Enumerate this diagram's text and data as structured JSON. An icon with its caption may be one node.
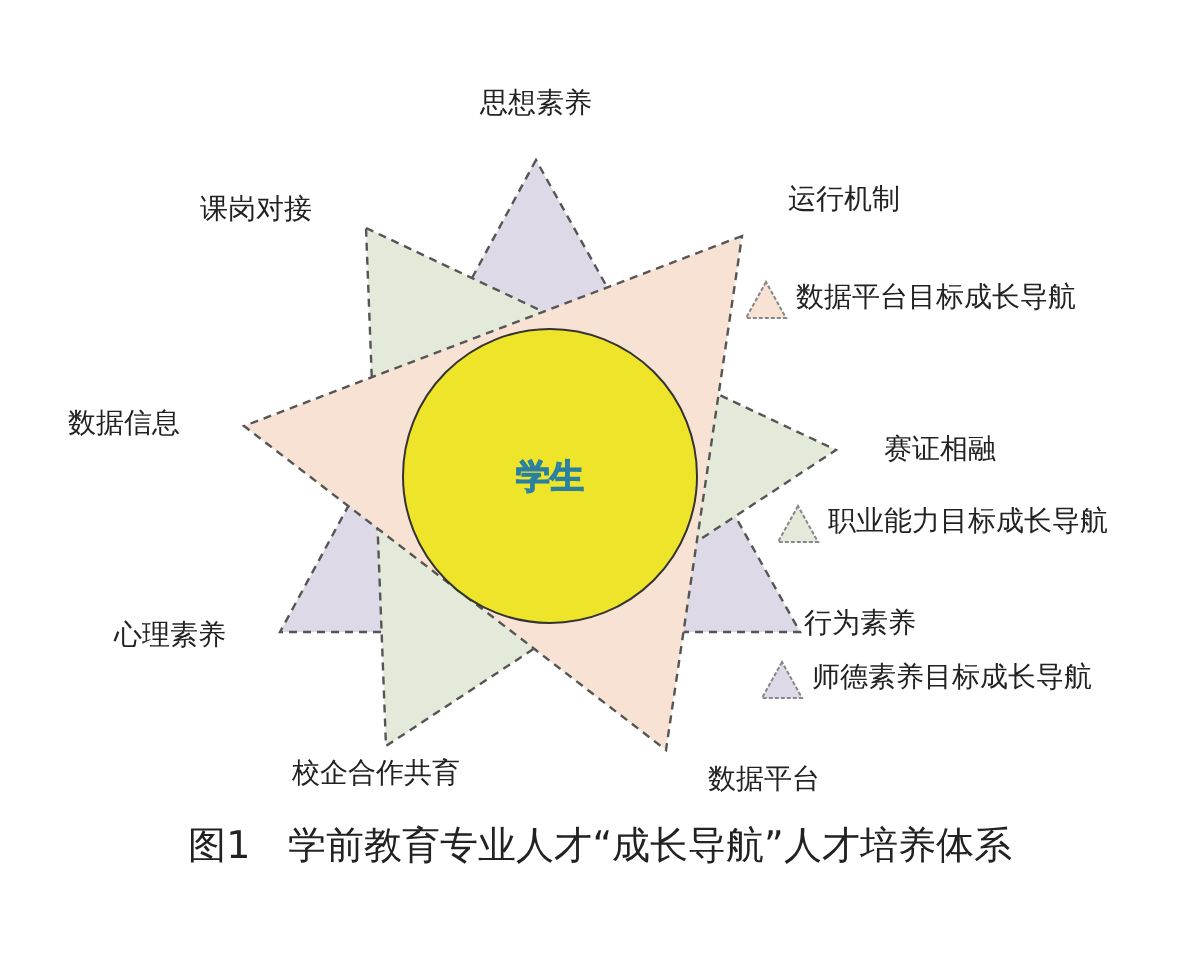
{
  "diagram": {
    "caption": "图1　学前教育专业人才“成长导航”人才培养体系",
    "nodes": [
      {
        "text": [
          "学生"
        ]
      }
    ],
    "labels": [
      "思想素养",
      "课岗对接",
      "运行机制",
      "数据信息",
      "赛证相融",
      "心理素养",
      "行为素养",
      "校企合作共育",
      "数据平台"
    ],
    "legend": [
      {
        "text": "数据平台目标成长导航",
        "color": "#f8e2d4"
      },
      {
        "text": "职业能力目标成长导航",
        "color": "#e3ead9"
      },
      {
        "text": "师德素养目标成长导航",
        "color": "#ddd9e7"
      }
    ]
  }
}
